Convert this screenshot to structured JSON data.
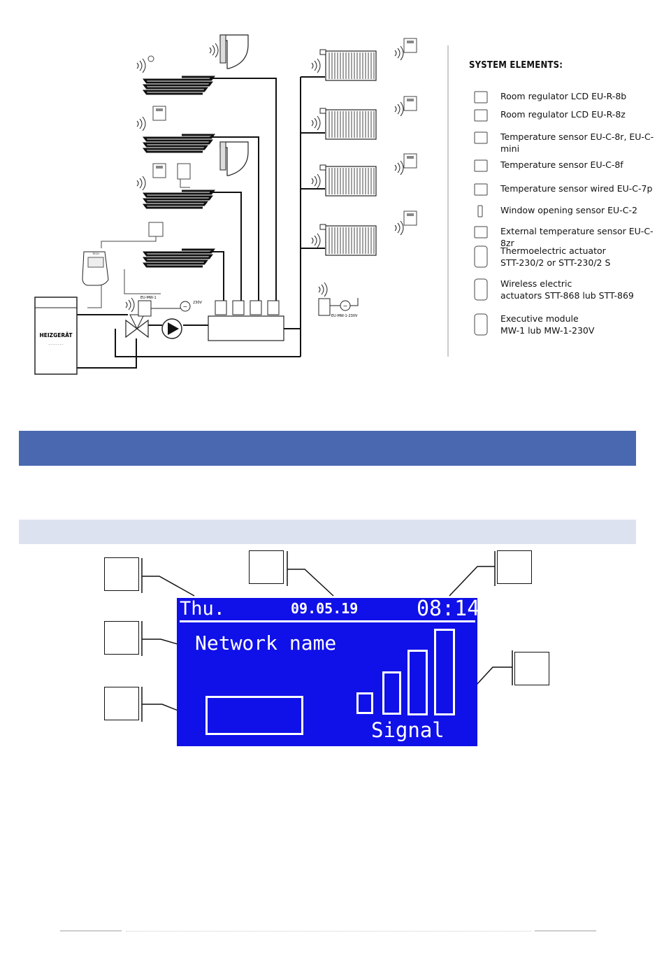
{
  "legend": {
    "title": "SYSTEM ELEMENTS:",
    "items": [
      {
        "label": "Room regulator LCD EU-R-8b",
        "icon": "room-regulator-b-icon"
      },
      {
        "label": "Room regulator LCD EU-R-8z",
        "icon": "room-regulator-z-icon"
      },
      {
        "label": "Temperature sensor EU-C-8r, EU-C-mini",
        "icon": "temp-sensor-r-icon"
      },
      {
        "label": "Temperature sensor EU-C-8f",
        "icon": "temp-sensor-f-icon"
      },
      {
        "label": "Temperature sensor wired EU-C-7p",
        "icon": "temp-sensor-wired-icon"
      },
      {
        "label": "Window opening sensor EU-C-2",
        "icon": "window-sensor-icon"
      },
      {
        "label": "External temperature sensor EU-C-8zr",
        "icon": "external-sensor-icon"
      },
      {
        "label": "Thermoelectric actuator\nSTT-230/2 or STT-230/2 S",
        "icon": "thermo-actuator-icon"
      },
      {
        "label": "Wireless electric\nactuators STT-868 lub STT-869",
        "icon": "wireless-actuator-icon"
      },
      {
        "label": "Executive module\nMW-1 lub MW-1-230V",
        "icon": "executive-module-icon"
      }
    ]
  },
  "diagram": {
    "heater_label": "HEIZGERÄT",
    "module_label": "EU-MW-1",
    "voltage_label": "230V",
    "module_230_label": "EU-MW-1-230V",
    "controller_brand": "TECH"
  },
  "screen": {
    "day": "Thu.",
    "date": "09.05.19",
    "time": "08:14",
    "network_name": "Network name",
    "signal_label": "Signal",
    "signal_bars": 4
  }
}
